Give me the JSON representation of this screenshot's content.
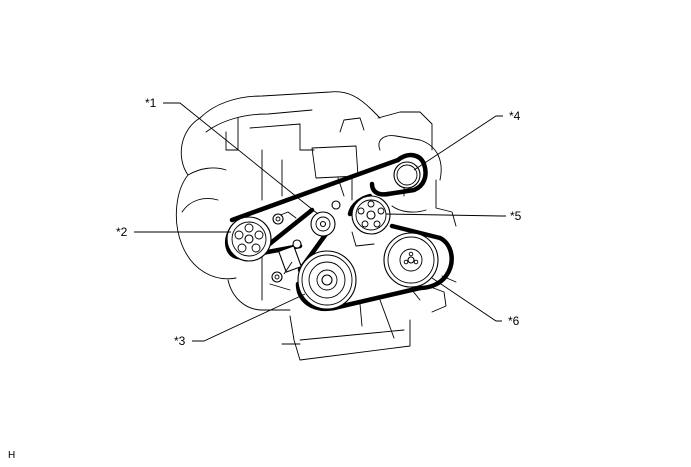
{
  "labels": {
    "l1": "*1",
    "l2": "*2",
    "l3": "*3",
    "l4": "*4",
    "l5": "*5",
    "l6": "*6"
  },
  "corner_code": "H"
}
